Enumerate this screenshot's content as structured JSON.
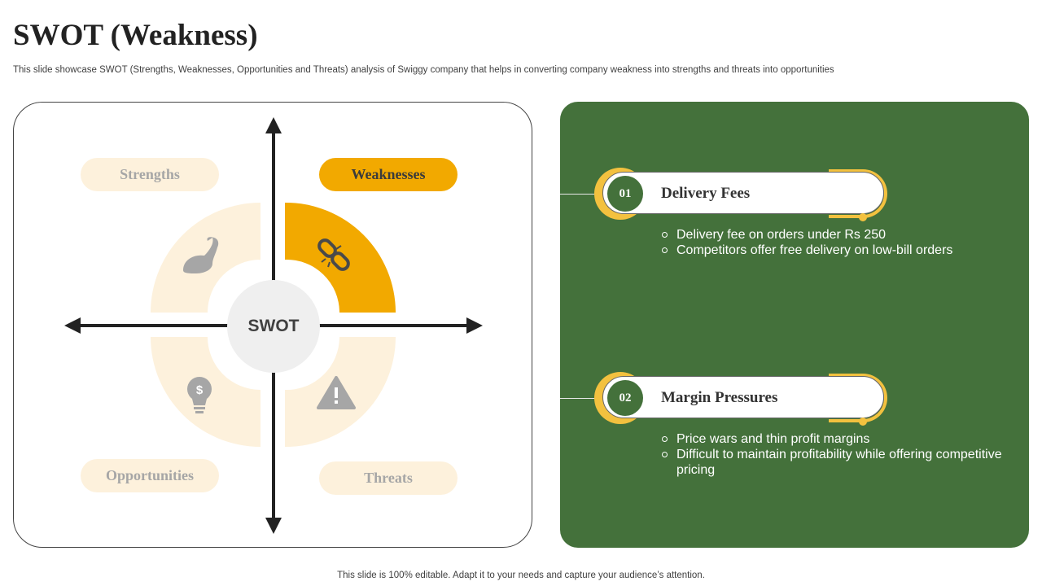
{
  "slide": {
    "title": "SWOT (Weakness)",
    "subtitle": "This slide showcase SWOT (Strengths, Weaknesses, Opportunities and Threats) analysis of Swiggy company that helps in converting company weakness into strengths and threats into opportunities",
    "footer": "This slide is 100% editable. Adapt it to your needs and capture your audience’s attention."
  },
  "diagram": {
    "center_label": "SWOT",
    "quadrants": [
      {
        "label": "Strengths",
        "icon": "flexed-arm-icon",
        "active": false
      },
      {
        "label": "Weaknesses",
        "icon": "broken-chain-icon",
        "active": true
      },
      {
        "label": "Opportunities",
        "icon": "lightbulb-dollar-icon",
        "active": false
      },
      {
        "label": "Threats",
        "icon": "warning-triangle-icon",
        "active": false
      }
    ]
  },
  "details": {
    "items": [
      {
        "number": "01",
        "title": "Delivery Fees",
        "bullets": [
          "Delivery fee on orders under Rs 250",
          "Competitors offer free delivery on low-bill orders"
        ]
      },
      {
        "number": "02",
        "title": "Margin Pressures",
        "bullets": [
          "Price wars and thin profit margins",
          "Difficult to maintain profitability while offering competitive pricing"
        ]
      }
    ]
  },
  "colors": {
    "accent": "#f2a900",
    "inactive": "#fdf1dc",
    "panel_green": "#44713b",
    "ring_yellow": "#f3c13f",
    "icon_gray": "#a6a6a6"
  }
}
